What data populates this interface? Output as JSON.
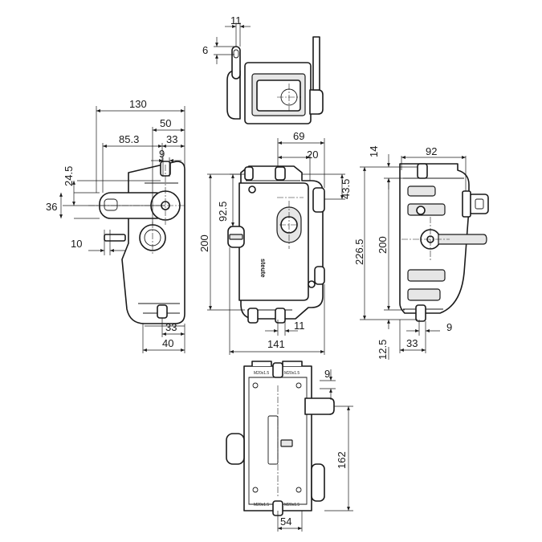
{
  "drawing": {
    "brand_mark": "steute",
    "dimensions": {
      "top_11": "11",
      "top_6": "6",
      "left_130": "130",
      "left_50": "50",
      "left_85_3": "85.3",
      "left_33_top": "33",
      "left_9": "9",
      "left_24_5": "24.5",
      "left_36": "36",
      "left_10": "10",
      "left_33_bottom": "33",
      "left_40": "40",
      "front_69": "69",
      "front_20": "20",
      "front_92_5": "92.5",
      "front_43_5": "43.5",
      "front_200": "200",
      "front_11": "11",
      "front_141": "141",
      "right_14": "14",
      "right_92": "92",
      "right_226_5": "226.5",
      "right_200": "200",
      "right_12_5": "12.5",
      "right_33": "33",
      "right_9": "9",
      "rear_9": "9",
      "rear_162": "162",
      "rear_54": "54"
    },
    "rear_labels": {
      "m20_top_left": "M20x1.5",
      "m20_top_right": "M20x1.5",
      "m20_bottom_left": "M20x1.5",
      "m20_bottom_right": "M20x1.5"
    }
  }
}
